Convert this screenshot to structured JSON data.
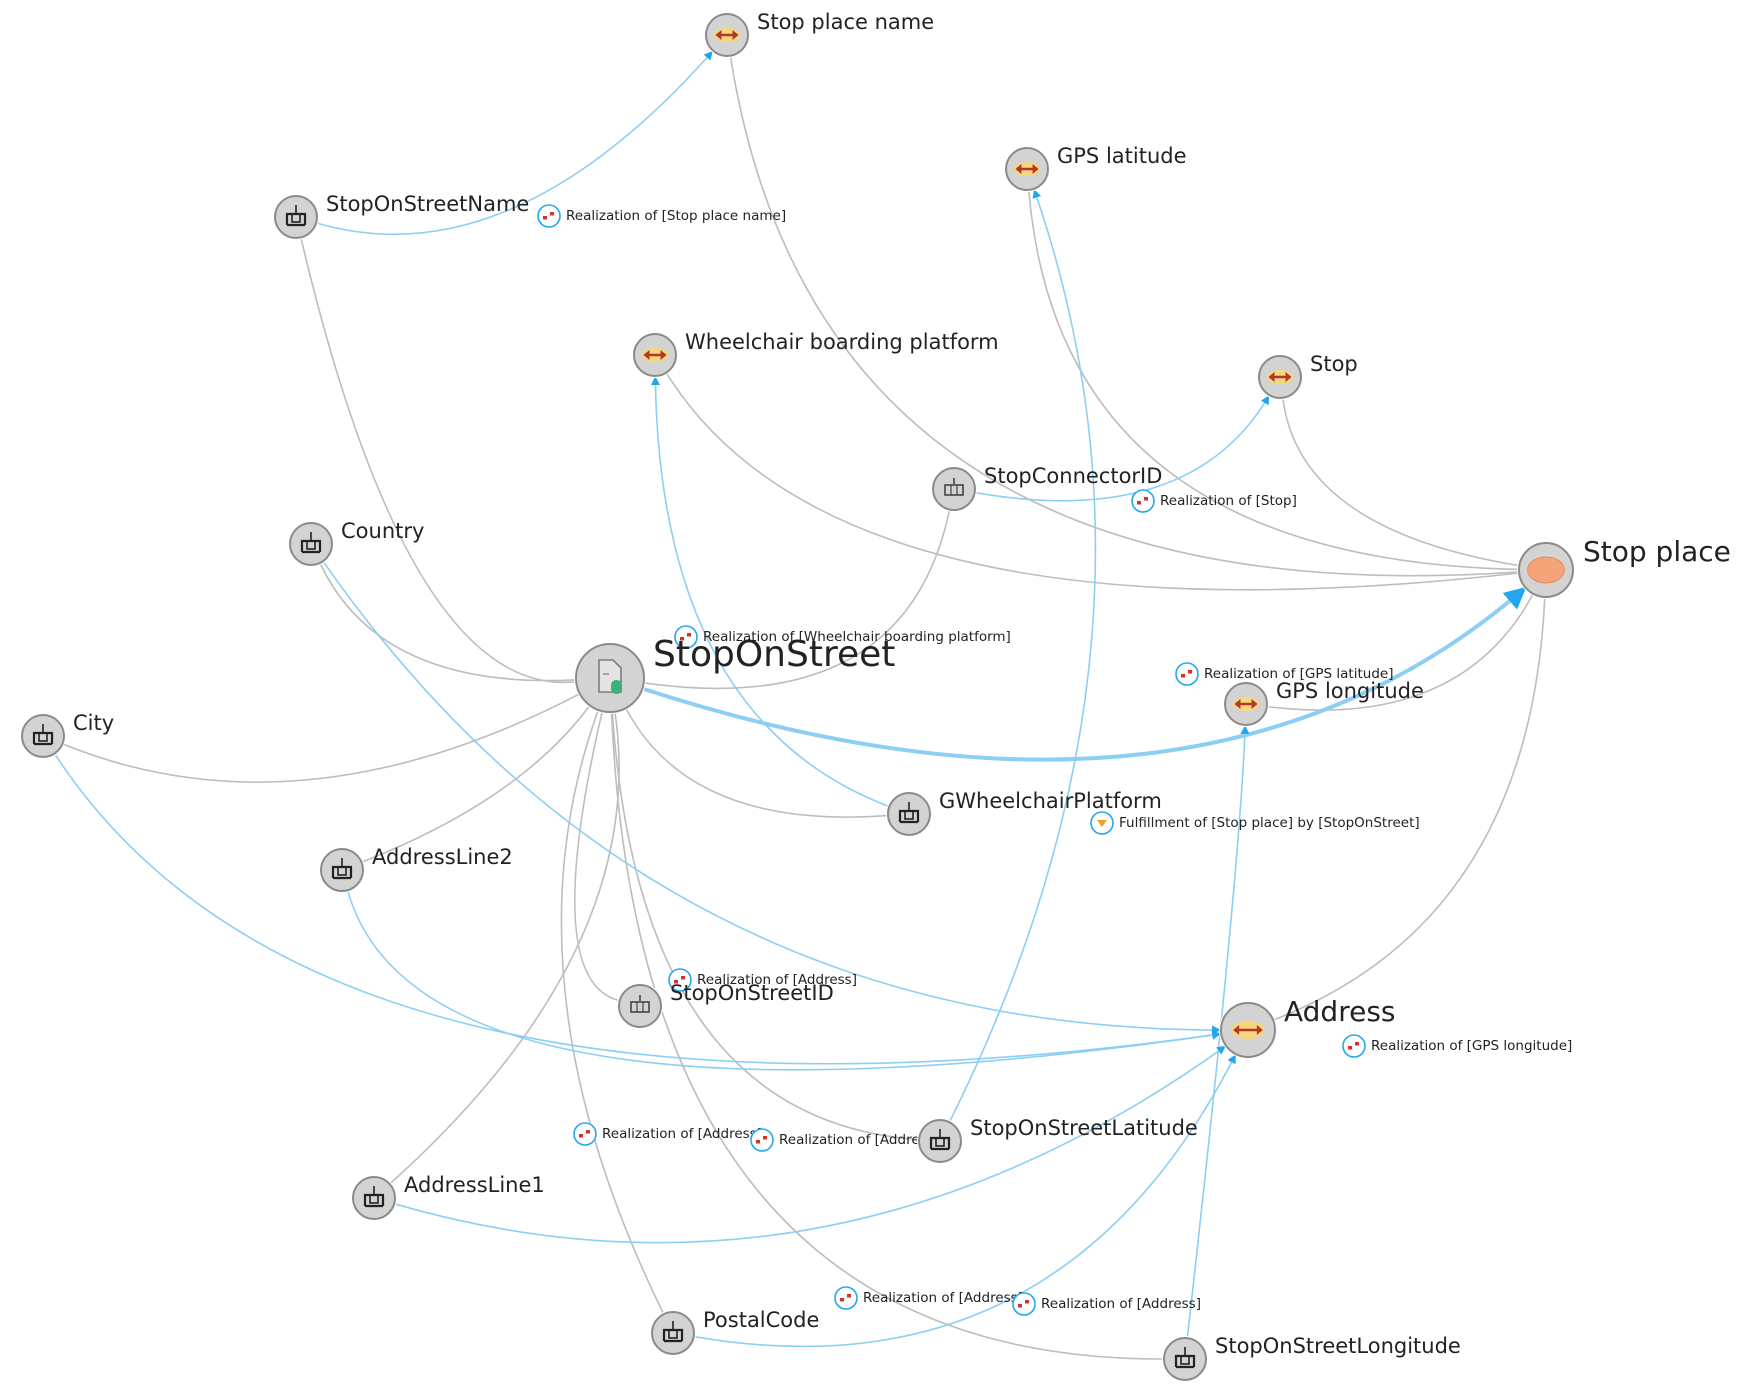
{
  "colors": {
    "association": "#bdbdbd",
    "realization": "#8dcff2",
    "arrowhead": "#23a6f0",
    "node_fill": "#d3d3d3",
    "node_stroke": "#8a8a8a",
    "data_object_fill": "#f6d87a",
    "data_object_arrow": "#b5362f",
    "business_object_fill": "#f5a47a"
  },
  "nodes": [
    {
      "id": "stop_place_name",
      "label": "Stop place name",
      "kind": "data-object",
      "icon": "data-object-icon"
    },
    {
      "id": "gps_latitude",
      "label": "GPS latitude",
      "kind": "data-object",
      "icon": "data-object-icon"
    },
    {
      "id": "stop_on_street_name",
      "label": "StopOnStreetName",
      "kind": "attribute",
      "icon": "table-column-icon"
    },
    {
      "id": "wheelchair_boarding_platform",
      "label": "Wheelchair boarding platform",
      "kind": "data-object",
      "icon": "data-object-icon"
    },
    {
      "id": "stop",
      "label": "Stop",
      "kind": "data-object",
      "icon": "data-object-icon"
    },
    {
      "id": "stop_connector_id",
      "label": "StopConnectorID",
      "kind": "key-attribute",
      "icon": "key-column-icon"
    },
    {
      "id": "country",
      "label": "Country",
      "kind": "attribute",
      "icon": "table-column-icon"
    },
    {
      "id": "stop_place",
      "label": "Stop place",
      "kind": "business-object",
      "icon": "business-object-icon"
    },
    {
      "id": "stop_on_street",
      "label": "StopOnStreet",
      "kind": "table",
      "icon": "database-table-icon"
    },
    {
      "id": "gps_longitude",
      "label": "GPS longitude",
      "kind": "data-object",
      "icon": "data-object-icon"
    },
    {
      "id": "city",
      "label": "City",
      "kind": "attribute",
      "icon": "table-column-icon"
    },
    {
      "id": "gwheelchair_platform",
      "label": "GWheelchairPlatform",
      "kind": "attribute",
      "icon": "table-column-icon"
    },
    {
      "id": "address_line2",
      "label": "AddressLine2",
      "kind": "attribute",
      "icon": "table-column-icon"
    },
    {
      "id": "stop_on_street_id",
      "label": "StopOnStreetID",
      "kind": "key-attribute",
      "icon": "key-column-icon"
    },
    {
      "id": "address",
      "label": "Address",
      "kind": "data-object",
      "icon": "data-object-icon"
    },
    {
      "id": "stop_on_street_latitude",
      "label": "StopOnStreetLatitude",
      "kind": "attribute",
      "icon": "table-column-icon"
    },
    {
      "id": "address_line1",
      "label": "AddressLine1",
      "kind": "attribute",
      "icon": "table-column-icon"
    },
    {
      "id": "postal_code",
      "label": "PostalCode",
      "kind": "attribute",
      "icon": "table-column-icon"
    },
    {
      "id": "stop_on_street_longitude",
      "label": "StopOnStreetLongitude",
      "kind": "attribute",
      "icon": "table-column-icon"
    }
  ],
  "edges": [
    {
      "from": "stop_on_street",
      "to": "stop_on_street_name",
      "type": "association"
    },
    {
      "from": "stop_on_street",
      "to": "country",
      "type": "association"
    },
    {
      "from": "stop_on_street",
      "to": "city",
      "type": "association"
    },
    {
      "from": "stop_on_street",
      "to": "address_line2",
      "type": "association"
    },
    {
      "from": "stop_on_street",
      "to": "stop_connector_id",
      "type": "association"
    },
    {
      "from": "stop_on_street",
      "to": "gwheelchair_platform",
      "type": "association"
    },
    {
      "from": "stop_on_street",
      "to": "stop_on_street_id",
      "type": "association"
    },
    {
      "from": "stop_on_street",
      "to": "stop_on_street_latitude",
      "type": "association"
    },
    {
      "from": "stop_on_street",
      "to": "address_line1",
      "type": "association"
    },
    {
      "from": "stop_on_street",
      "to": "postal_code",
      "type": "association"
    },
    {
      "from": "stop_on_street",
      "to": "stop_on_street_longitude",
      "type": "association"
    },
    {
      "from": "stop_place",
      "to": "stop_place_name",
      "type": "association"
    },
    {
      "from": "stop_place",
      "to": "gps_latitude",
      "type": "association"
    },
    {
      "from": "stop_place",
      "to": "stop",
      "type": "association"
    },
    {
      "from": "stop_place",
      "to": "wheelchair_boarding_platform",
      "type": "association"
    },
    {
      "from": "stop_place",
      "to": "gps_longitude",
      "type": "association"
    },
    {
      "from": "stop_place",
      "to": "address",
      "type": "association"
    },
    {
      "from": "stop_on_street_name",
      "to": "stop_place_name",
      "type": "realization",
      "label": "Realization of [Stop place name]"
    },
    {
      "from": "stop_connector_id",
      "to": "stop",
      "type": "realization",
      "label": "Realization of [Stop]"
    },
    {
      "from": "gwheelchair_platform",
      "to": "wheelchair_boarding_platform",
      "type": "realization",
      "label": "Realization of [Wheelchair boarding platform]"
    },
    {
      "from": "stop_on_street_latitude",
      "to": "gps_latitude",
      "type": "realization",
      "label": "Realization of [GPS latitude]"
    },
    {
      "from": "stop_on_street",
      "to": "stop_place",
      "type": "fulfillment",
      "label": "Fulfillment of [Stop place] by [StopOnStreet]"
    },
    {
      "from": "stop_on_street_longitude",
      "to": "gps_longitude",
      "type": "realization",
      "label": "Realization of [GPS longitude]"
    },
    {
      "from": "country",
      "to": "address",
      "type": "realization",
      "label": "Realization of [Address]"
    },
    {
      "from": "city",
      "to": "address",
      "type": "realization",
      "label": "Realization of [Address]"
    },
    {
      "from": "address_line2",
      "to": "address",
      "type": "realization",
      "label": "Realization of [Address]"
    },
    {
      "from": "address_line1",
      "to": "address",
      "type": "realization",
      "label": "Realization of [Address]"
    },
    {
      "from": "postal_code",
      "to": "address",
      "type": "realization",
      "label": "Realization of [Address]"
    }
  ]
}
